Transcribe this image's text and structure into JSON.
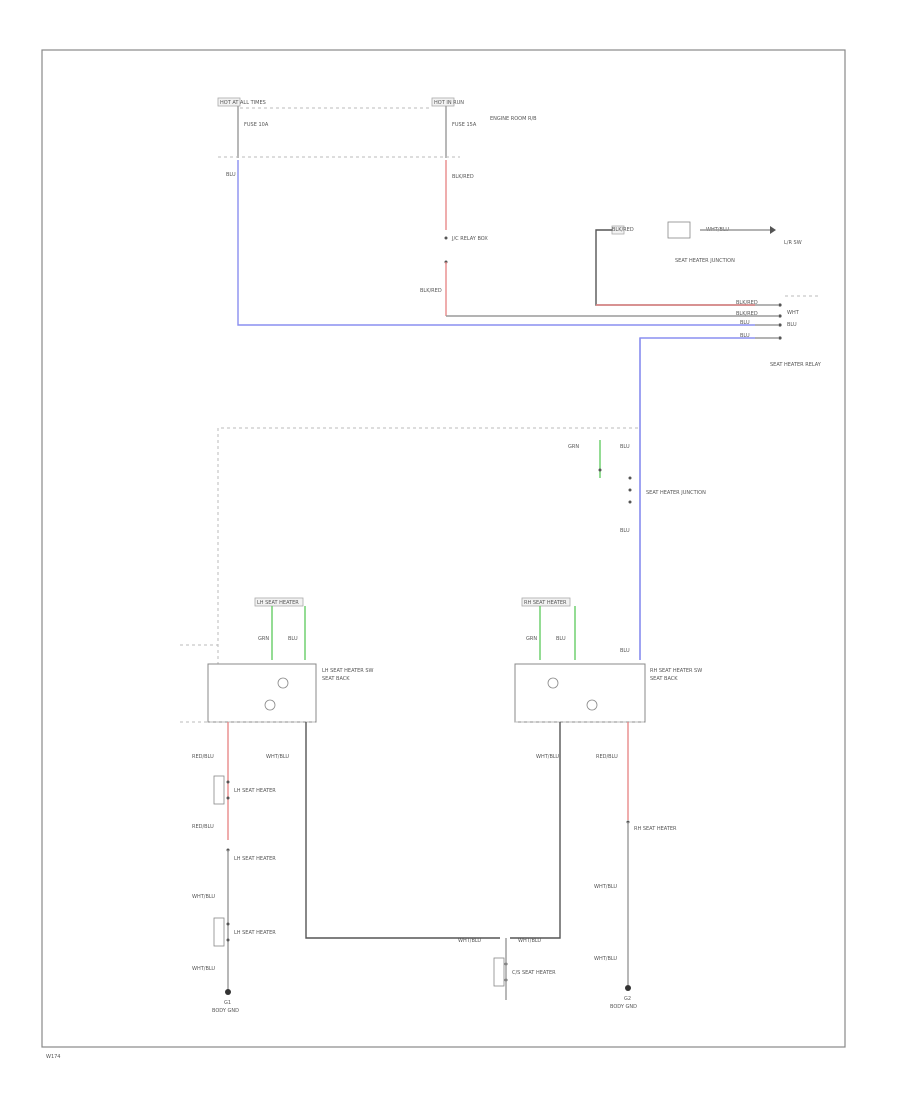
{
  "page": {
    "bg_color": "#ffffff",
    "frame_color": "#888888",
    "footer_text": "W174"
  },
  "wire_colors": {
    "gray": "#9a9a9a",
    "blue": "#8a8ff0",
    "red": "#e88a8a",
    "green": "#66cc66",
    "black": "#555555"
  },
  "labels": {
    "hot_at_all_times_1": "HOT AT ALL TIMES",
    "hot_at_all_times_2": "HOT IN RUN",
    "fuse_1": "FUSE 10A",
    "fuse_2": "FUSE 15A",
    "fuse_box_note": "ENGINE ROOM R/B",
    "wire_blu": "BLU",
    "wire_blk_red": "BLK/RED",
    "conn_upper": "J/C RELAY BOX",
    "conn_lower_note": "BLK/RED",
    "right_conn_top": "BLK/RED",
    "right_conn_wht": "WHT/BLU",
    "right_conn_note": "SEAT HEATER JUNCTION",
    "right_note_2": "L/R SW",
    "relay_module_title": "SEAT HEATER RELAY",
    "ground_left": "G1",
    "ground_right": "G2",
    "left_heater_title": "LH SEAT HEATER SW",
    "right_heater_title": "RH SEAT HEATER SW",
    "left_heater_term": "SEAT BACK",
    "right_heater_term": "SEAT BACK",
    "left_wire_1": "RED/BLU",
    "left_wire_2": "WHT/BLU",
    "right_wire_1": "RED/BLU",
    "right_wire_2": "WHT/BLU",
    "left_seat_note": "LH SEAT HEATER",
    "right_seat_note": "RH SEAT HEATER",
    "bottom_wire_left": "WHT/BLU",
    "bottom_wire_right": "WHT/BLU",
    "bottom_center_note": "C/S SEAT HEATER",
    "left_gnd_label": "BODY GND",
    "right_gnd_label": "BODY GND",
    "left_gnd_wire": "WHT/BLU",
    "right_gnd_wire": "WHT/BLU",
    "center_wire_blu": "BLU",
    "center_wire_blk": "BLK/RED",
    "lower_green_left_1": "GRN",
    "lower_green_left_2": "BLU",
    "lower_green_right_1": "GRN",
    "lower_green_right_2": "BLU"
  }
}
